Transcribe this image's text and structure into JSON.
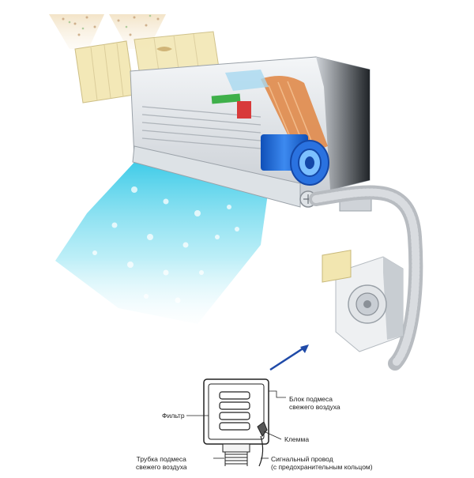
{
  "labels": {
    "filter": "Фильтр",
    "mix_block_line1": "Блок подмеса",
    "mix_block_line2": "свежего воздуха",
    "clamp": "Клемма",
    "tube_line1": "Трубка подмеса",
    "tube_line2": "свежего воздуха",
    "signal_line1": "Сигнальный провод",
    "signal_line2": "(с предохранительным кольцом)"
  },
  "colors": {
    "unit_body": "#e9ecef",
    "cold_air": "#6fd6ec",
    "duct": "#b8bcc1",
    "fan": "#1f66d6",
    "heat_exchanger": "#e08a4a",
    "arrow": "#1f4aa8",
    "filter": "#f2e6b0"
  }
}
